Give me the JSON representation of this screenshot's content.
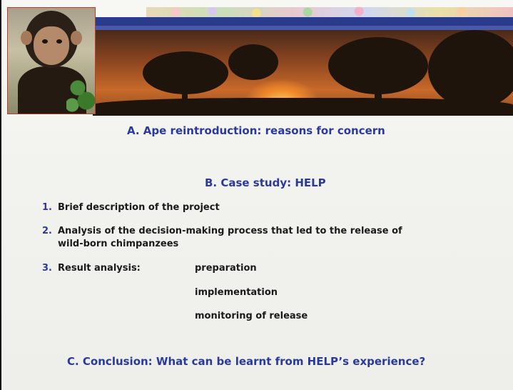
{
  "sections": {
    "a": "A. Ape reintroduction: reasons for concern",
    "b": "B. Case study: HELP",
    "c": "C. Conclusion: What can be learnt from HELP’s experience?"
  },
  "items": [
    {
      "num": "1.",
      "text": "Brief description of the project"
    },
    {
      "num": "2.",
      "text": "Analysis of the decision-making process that led to the release of",
      "text2": "wild-born chimpanzees"
    },
    {
      "num": "3.",
      "text": "Result analysis:"
    }
  ],
  "result_steps": [
    "preparation",
    "implementation",
    "monitoring of release"
  ],
  "colors": {
    "heading": "#2a3a9c",
    "banner_bar": "#2a3a8c",
    "photo_border": "#c0392b"
  }
}
